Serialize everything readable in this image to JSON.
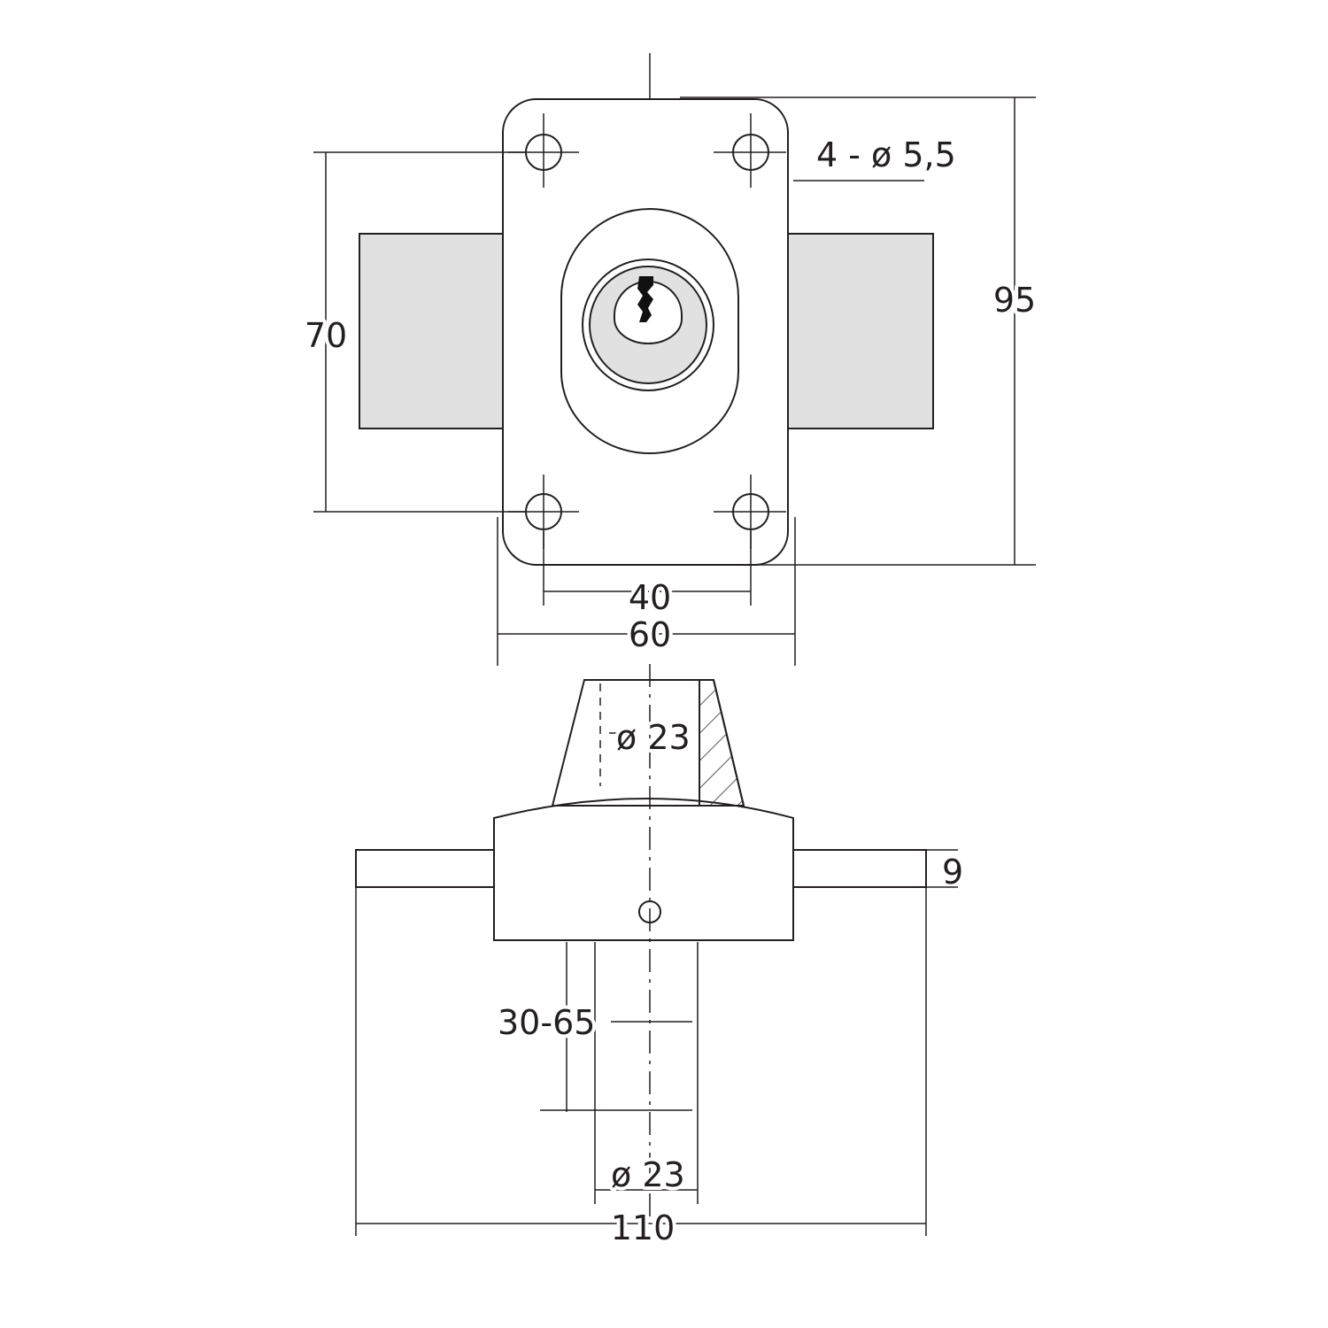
{
  "dimensions": {
    "holes": "4 - ø 5,5",
    "height_total": "95",
    "height_holes": "70",
    "width_holes": "40",
    "width_plate": "60",
    "cylinder_diameter_top": "ø 23",
    "bolt_thickness": "9",
    "door_thickness": "30-65",
    "cylinder_diameter_bottom": "ø 23",
    "width_total": "110"
  },
  "colors": {
    "line": "#231f20",
    "fill_grey": "#e1e1e1",
    "background": "#ffffff"
  }
}
